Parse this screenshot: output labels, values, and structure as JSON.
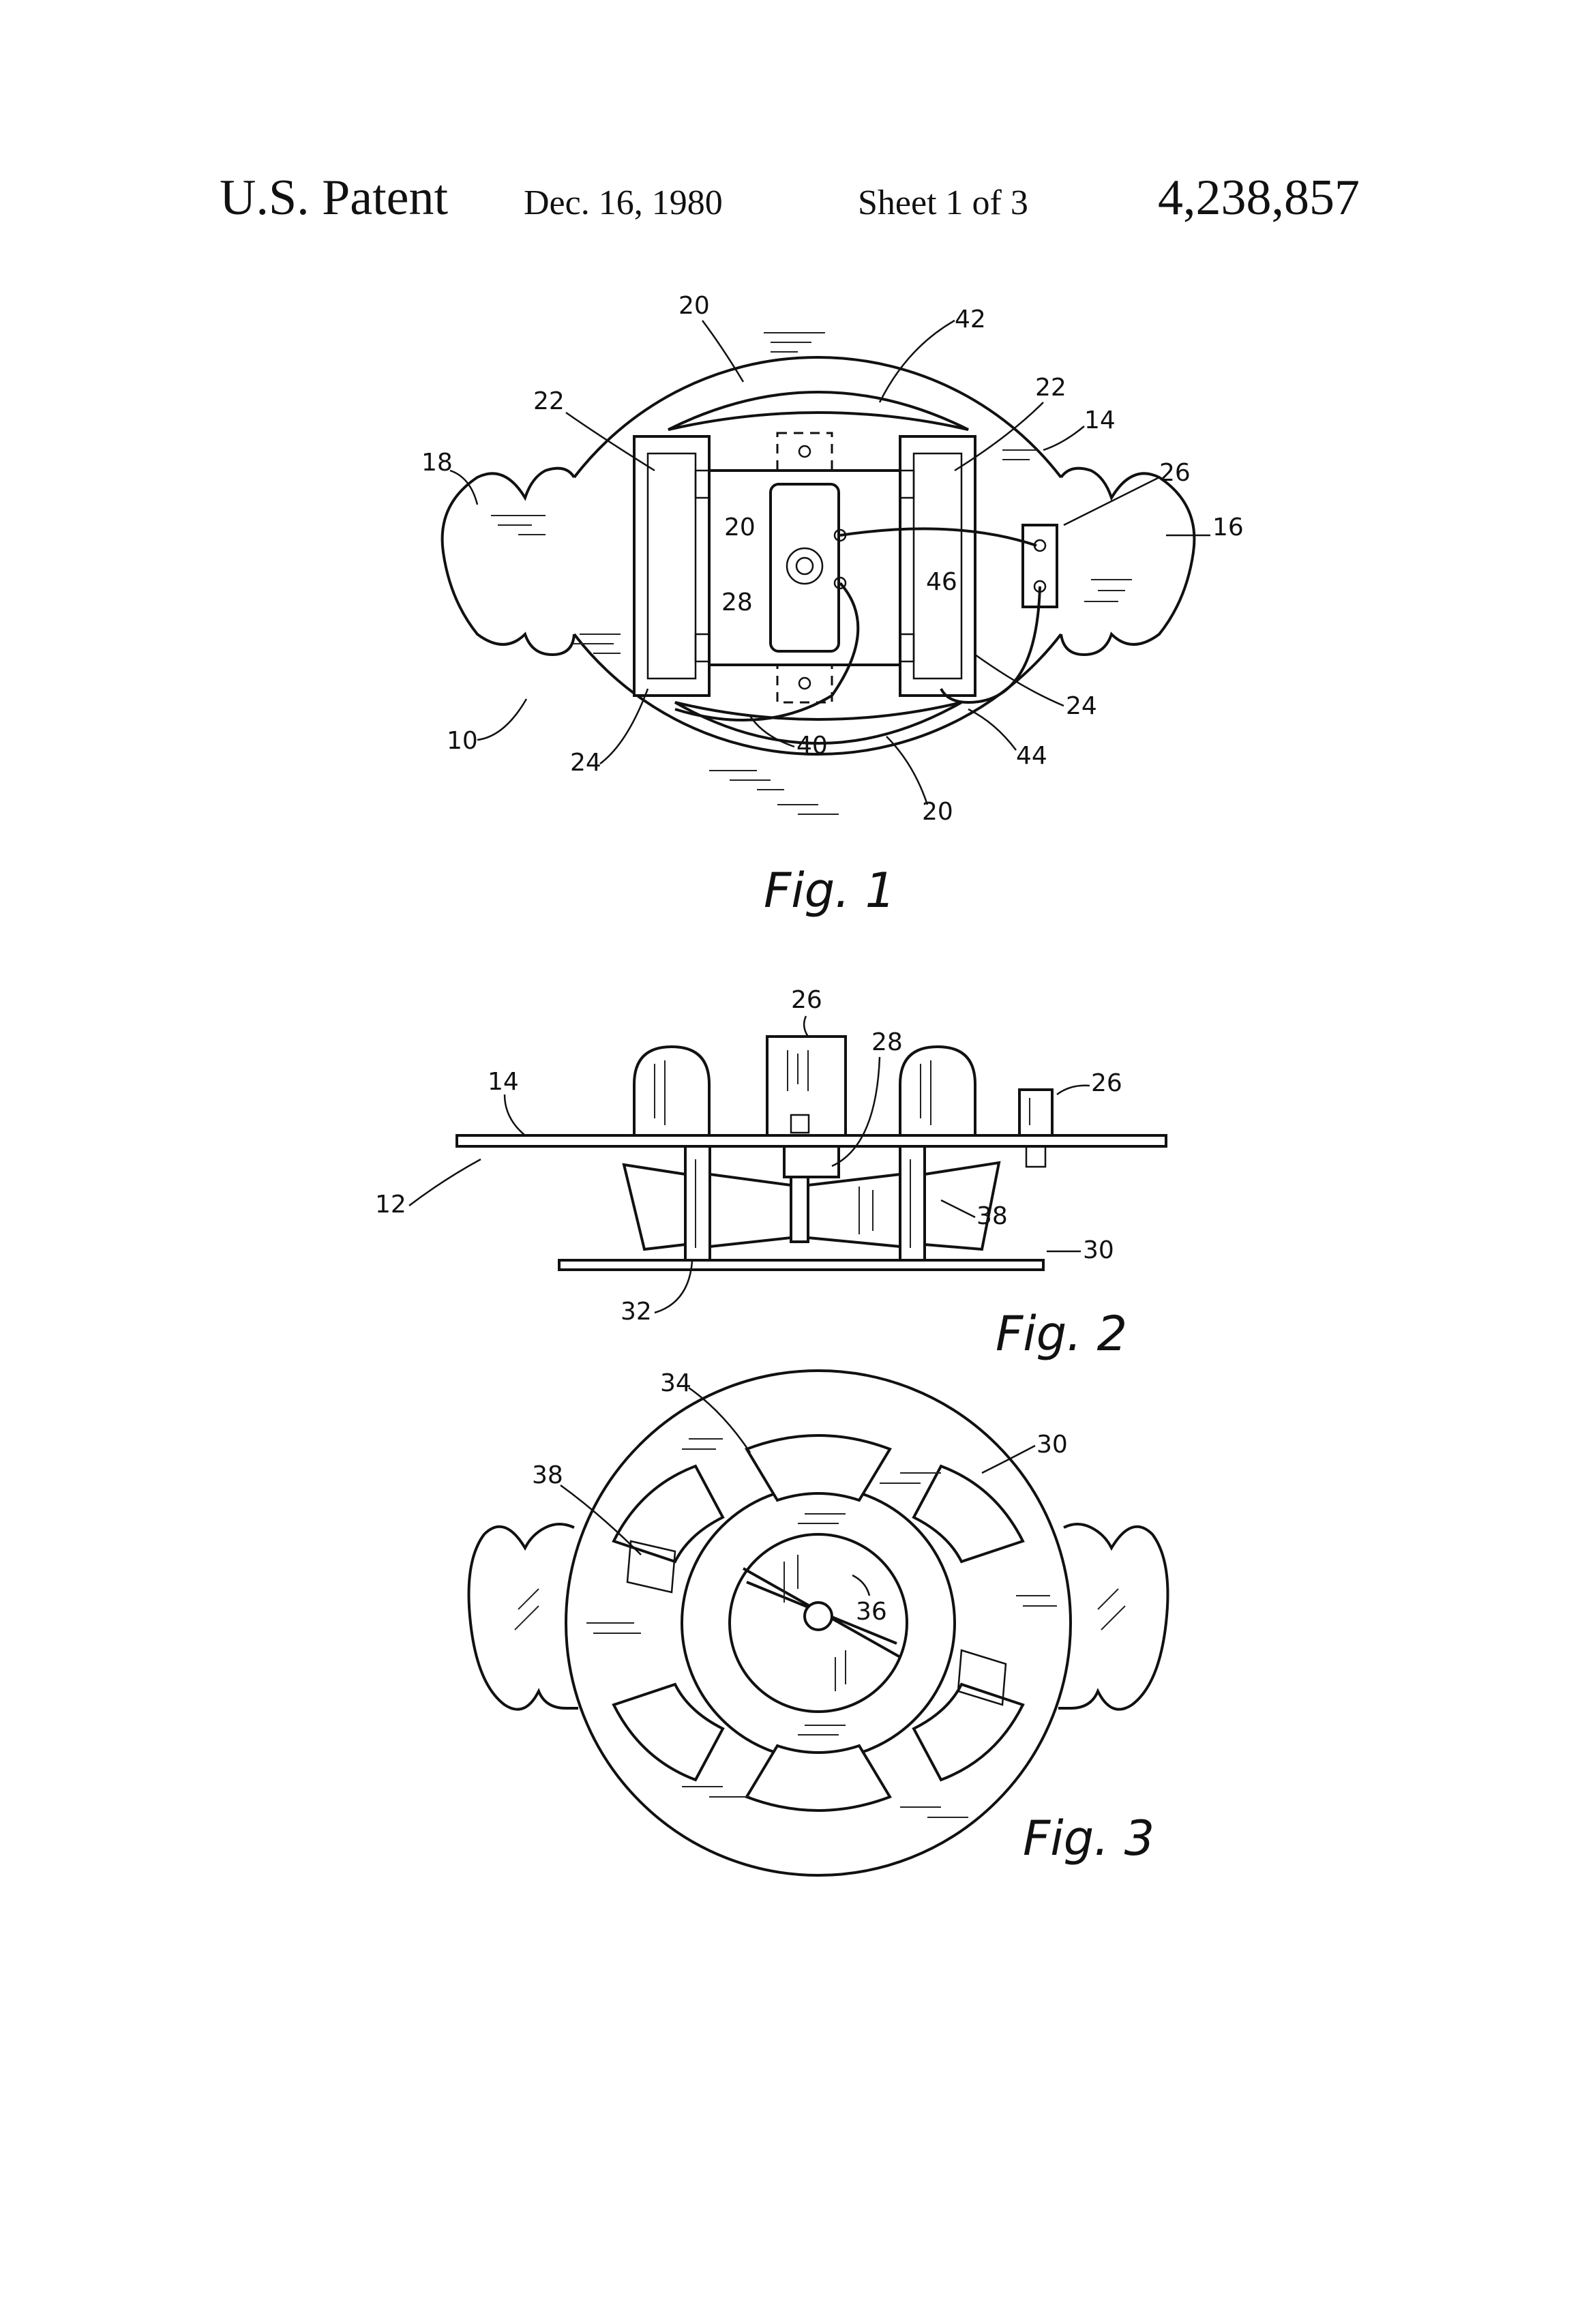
{
  "header": {
    "patent_label": "U.S. Patent",
    "date": "Dec. 16, 1980",
    "sheet": "Sheet 1 of 3",
    "patent_number": "4,238,857"
  },
  "figures": [
    {
      "id": "fig1",
      "label": "Fig. 1",
      "reference_numerals": [
        "20",
        "42",
        "22",
        "22",
        "14",
        "18",
        "26",
        "16",
        "20",
        "46",
        "28",
        "10",
        "24",
        "24",
        "40",
        "44",
        "20"
      ]
    },
    {
      "id": "fig2",
      "label": "Fig. 2",
      "reference_numerals": [
        "26",
        "28",
        "14",
        "26",
        "12",
        "38",
        "30",
        "32"
      ]
    },
    {
      "id": "fig3",
      "label": "Fig. 3",
      "reference_numerals": [
        "34",
        "30",
        "38",
        "36"
      ]
    }
  ]
}
